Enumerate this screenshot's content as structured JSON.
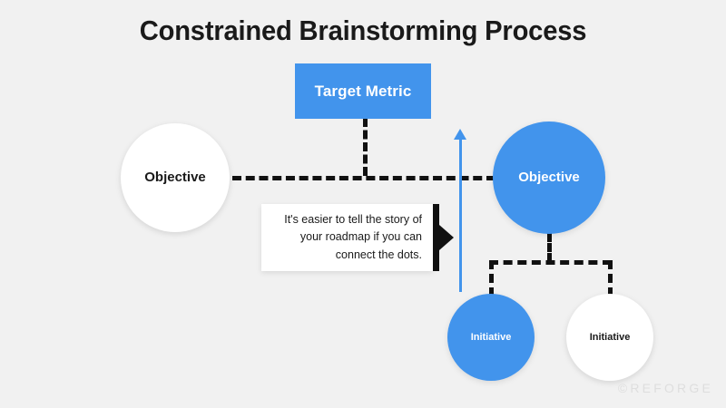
{
  "slide": {
    "title": "Constrained Brainstorming Process",
    "background_color": "#f1f1f1",
    "accent_color": "#4294ec",
    "line_color": "#111111"
  },
  "nodes": {
    "target_metric": {
      "label": "Target Metric",
      "style": "blue-rectangle"
    },
    "objective_left": {
      "label": "Objective",
      "style": "white-circle"
    },
    "objective_right": {
      "label": "Objective",
      "style": "blue-circle"
    },
    "initiative_blue": {
      "label": "Initiative",
      "style": "blue-circle"
    },
    "initiative_white": {
      "label": "Initiative",
      "style": "white-circle"
    }
  },
  "callout": {
    "text": "It's easier to tell the story of your roadmap if you can connect the dots."
  },
  "watermark": {
    "text": "©REFORGE"
  }
}
